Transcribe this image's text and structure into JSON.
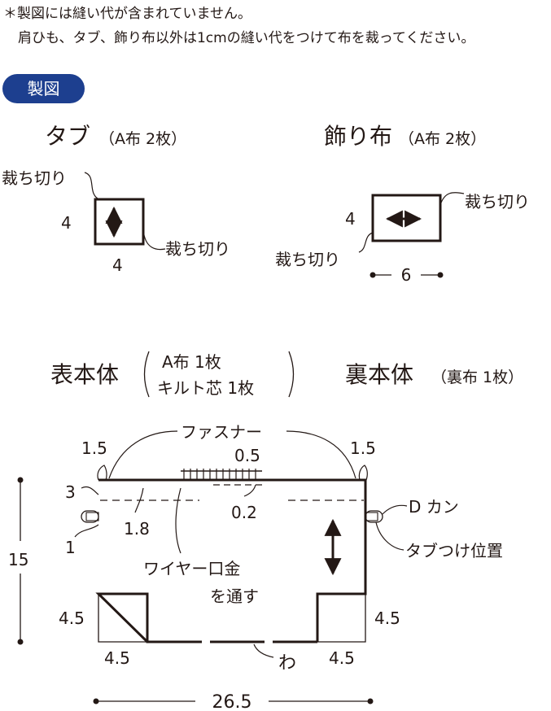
{
  "notes": {
    "line1": "＊製図には縫い代が含まれていません。",
    "line2": "肩ひも、タブ、飾り布以外は1cmの縫い代をつけて布を裁ってください。"
  },
  "section_label": "製図",
  "tab": {
    "title": "タブ",
    "spec": "（A布 2枚）",
    "cut_label_top": "裁ち切り",
    "cut_label_bottom": "裁ち切り",
    "height": "4",
    "width": "4"
  },
  "deco": {
    "title": "飾り布",
    "spec": "（A布 2枚）",
    "cut_label_right": "裁ち切り",
    "cut_label_left": "裁ち切り",
    "height": "4",
    "width": "6"
  },
  "outer": {
    "title": "表本体",
    "spec_line1": "A布 1枚",
    "spec_line2": "キルト芯 1枚"
  },
  "inner": {
    "title": "裏本体",
    "spec": "（裏布 1枚）"
  },
  "main": {
    "zipper": "ファスナー",
    "left_top": "1.5",
    "right_top": "1.5",
    "zip_gap": "0.5",
    "inner_gap": "0.2",
    "top_band": "3",
    "dash_gap": "1.8",
    "side_one": "1",
    "d_ring": "D カン",
    "tab_position": "タブつけ位置",
    "height": "15",
    "wire_line1": "ワイヤー口金",
    "wire_line2": "を通す",
    "corner_left_h": "4.5",
    "corner_right_h": "4.5",
    "corner_left_w": "4.5",
    "corner_right_w": "4.5",
    "fold": "わ",
    "width": "26.5"
  },
  "colors": {
    "ink": "#231815",
    "badge": "#1d3f8f"
  }
}
